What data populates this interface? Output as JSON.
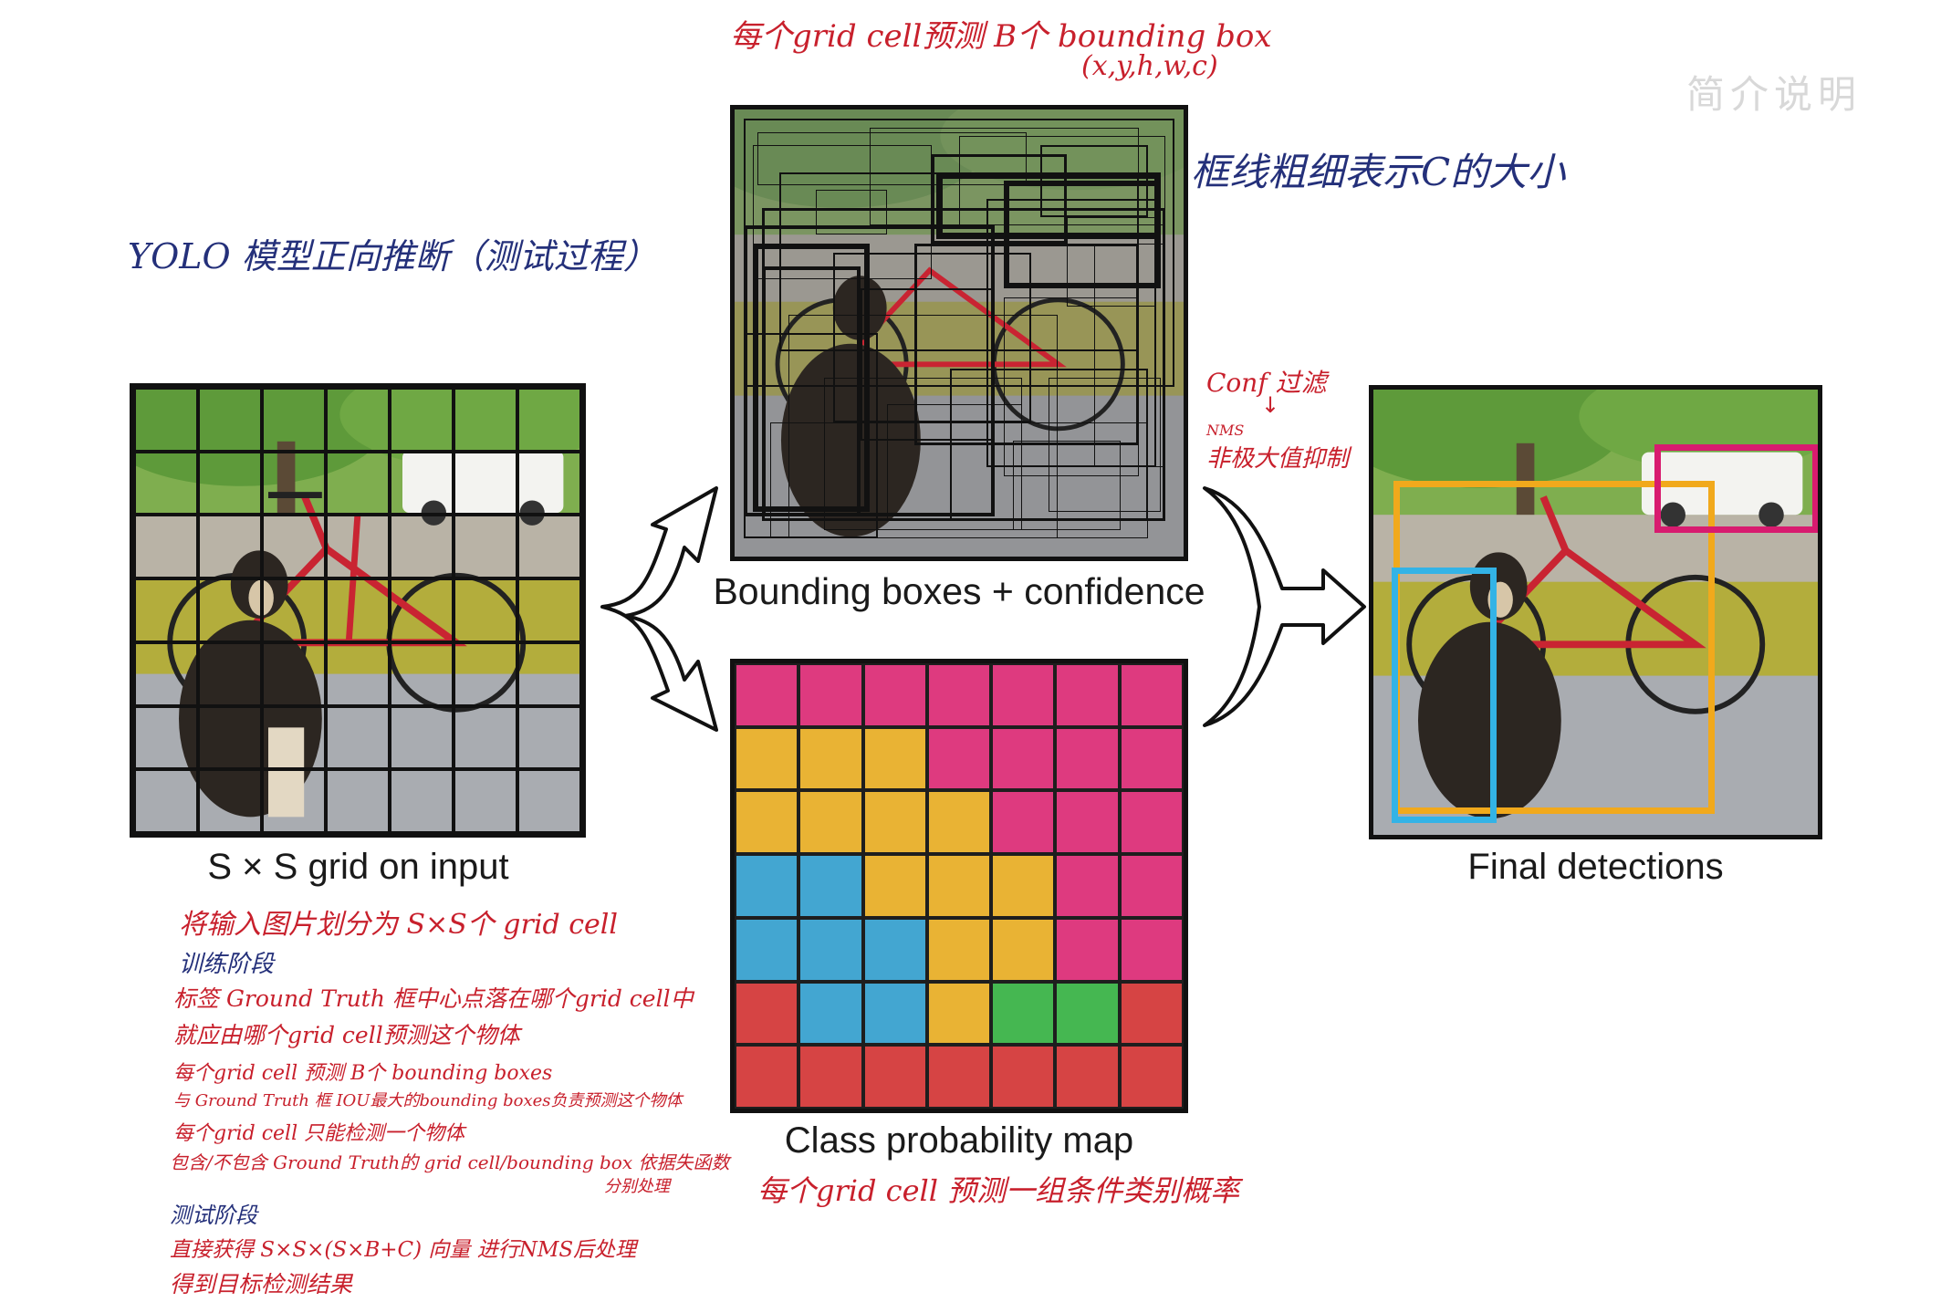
{
  "title_note": "YOLO 模型正向推断（测试过程）",
  "watermark": "简介说明",
  "top_note_line1": "每个grid cell预测 B个 bounding box",
  "top_note_line2": "(x,y,h,w,c)",
  "thickness_note": "框线粗细表示C的大小",
  "conf_note": "Conf 过滤",
  "nms_note_small": "NMS",
  "nms_note": "非极大值抑制",
  "captions": {
    "input": "S × S grid on input",
    "bbox": "Bounding boxes + confidence",
    "class_map": "Class probability map",
    "final": "Final detections"
  },
  "class_map_note": "每个grid cell 预测一组条件类别概率",
  "left_notes": {
    "split": "将输入图片划分为 S×S个 grid cell",
    "train_heading": "训练阶段",
    "train_lines": [
      "标签 Ground Truth 框中心点落在哪个grid cell中",
      "就应由哪个grid cell预测这个物体",
      "每个grid cell 预测 B个 bounding boxes",
      "与 Ground Truth 框 IOU最大的bounding boxes负责预测这个物体",
      "每个grid cell 只能检测一个物体",
      "包含/不包含 Ground Truth的 grid cell/bounding box 依据失函数"
    ],
    "train_sub": "分别处理",
    "test_heading": "测试阶段",
    "test_lines": [
      "直接获得 S×S×(S×B+C) 向量 进行NMS后处理",
      "得到目标检测结果"
    ]
  },
  "grid_size": 7,
  "class_map_colors": [
    [
      "magenta",
      "magenta",
      "magenta",
      "magenta",
      "magenta",
      "magenta",
      "magenta"
    ],
    [
      "yellow",
      "yellow",
      "yellow",
      "magenta",
      "magenta",
      "magenta",
      "magenta"
    ],
    [
      "yellow",
      "yellow",
      "yellow",
      "yellow",
      "magenta",
      "magenta",
      "magenta"
    ],
    [
      "cyan",
      "cyan",
      "yellow",
      "yellow",
      "yellow",
      "magenta",
      "magenta"
    ],
    [
      "cyan",
      "cyan",
      "cyan",
      "yellow",
      "yellow",
      "magenta",
      "magenta"
    ],
    [
      "red",
      "cyan",
      "cyan",
      "yellow",
      "green",
      "green",
      "red"
    ],
    [
      "red",
      "red",
      "red",
      "red",
      "red",
      "red",
      "red"
    ]
  ],
  "palette": {
    "magenta": "#e6307d",
    "yellow": "#f2b62a",
    "cyan": "#3aa8d8",
    "green": "#3cbb4a",
    "red": "#dd3b3b",
    "annotation_red": "#c8202c",
    "annotation_blue": "#24307a",
    "det_pink": "#d81b6f",
    "det_orange": "#f1a91c",
    "det_blue": "#33b3e6"
  }
}
